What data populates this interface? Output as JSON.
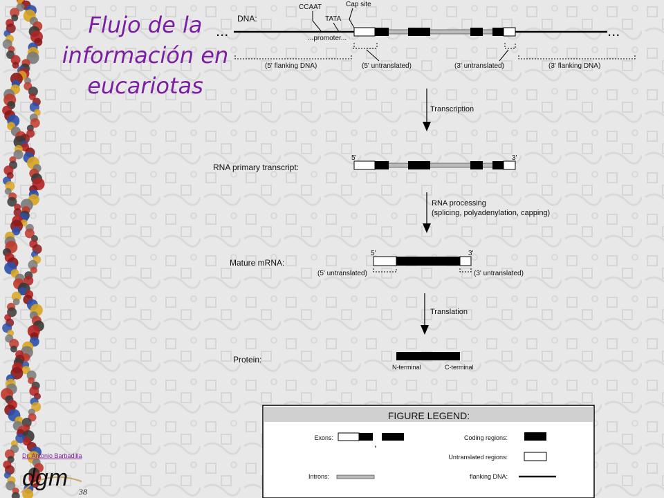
{
  "slide": {
    "title": "Flujo de la información en eucariotas",
    "author": "Dr. Antonio Barbadilla",
    "logo_text": "dgm",
    "page_number": "38"
  },
  "dna": {
    "label": "DNA:",
    "ellipsis_left": "...",
    "ellipsis_right": "...",
    "ccaat": "CCAAT",
    "tata": "TATA",
    "cap_site": "Cap site",
    "promoter": "...promoter...",
    "flank5": "(5' flanking DNA)",
    "utr5": "(5' untranslated)",
    "utr3": "(3' untranslated)",
    "flank3": "(3' flanking DNA)"
  },
  "steps": {
    "transcription": "Transcription",
    "processing_1": "RNA processing",
    "processing_2": "(splicing, polyadenylation, capping)",
    "translation": "Translation"
  },
  "primary": {
    "label": "RNA primary transcript:",
    "five": "5'",
    "three": "3'"
  },
  "mrna": {
    "label": "Mature mRNA:",
    "five": "5'",
    "three": "3'",
    "utr5": "(5' untranslated)",
    "utr3": "(3' untranslated)"
  },
  "protein": {
    "label": "Protein:",
    "n_term": "N-terminal",
    "c_term": "C-terminal"
  },
  "legend": {
    "title": "FIGURE LEGEND:",
    "exons": "Exons:",
    "comma": ",",
    "coding": "Coding regions:",
    "untranslated": "Untranslated regions:",
    "introns": "Introns:",
    "flanking": "flanking DNA:"
  },
  "colors": {
    "title": "#7a1fa2",
    "background": "#e8e8e8",
    "ink": "#000000"
  }
}
